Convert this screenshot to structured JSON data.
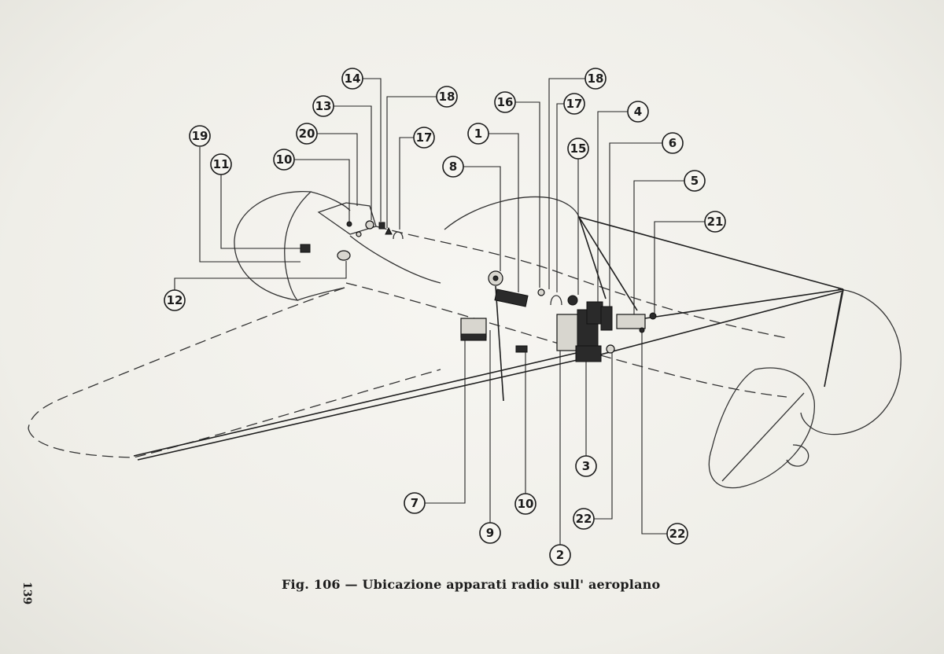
{
  "figure": {
    "caption": "Fig. 106 — Ubicazione apparati radio sull' aeroplano",
    "page_number": "139"
  },
  "callouts": [
    {
      "id": "c-14-top",
      "label": "14"
    },
    {
      "id": "c-13",
      "label": "13"
    },
    {
      "id": "c-18-a",
      "label": "18"
    },
    {
      "id": "c-20",
      "label": "20"
    },
    {
      "id": "c-17-a",
      "label": "17"
    },
    {
      "id": "c-19",
      "label": "19"
    },
    {
      "id": "c-11",
      "label": "11"
    },
    {
      "id": "c-10-a",
      "label": "10"
    },
    {
      "id": "c-12",
      "label": "12"
    },
    {
      "id": "c-1",
      "label": "1"
    },
    {
      "id": "c-8",
      "label": "8"
    },
    {
      "id": "c-16",
      "label": "16"
    },
    {
      "id": "c-18-b",
      "label": "18"
    },
    {
      "id": "c-17-b",
      "label": "17"
    },
    {
      "id": "c-15",
      "label": "15"
    },
    {
      "id": "c-4",
      "label": "4"
    },
    {
      "id": "c-6",
      "label": "6"
    },
    {
      "id": "c-5",
      "label": "5"
    },
    {
      "id": "c-21",
      "label": "21"
    },
    {
      "id": "c-3",
      "label": "3"
    },
    {
      "id": "c-7",
      "label": "7"
    },
    {
      "id": "c-10-b",
      "label": "10"
    },
    {
      "id": "c-22-a",
      "label": "22"
    },
    {
      "id": "c-22-b",
      "label": "22"
    },
    {
      "id": "c-9",
      "label": "9"
    },
    {
      "id": "c-2",
      "label": "2"
    }
  ]
}
